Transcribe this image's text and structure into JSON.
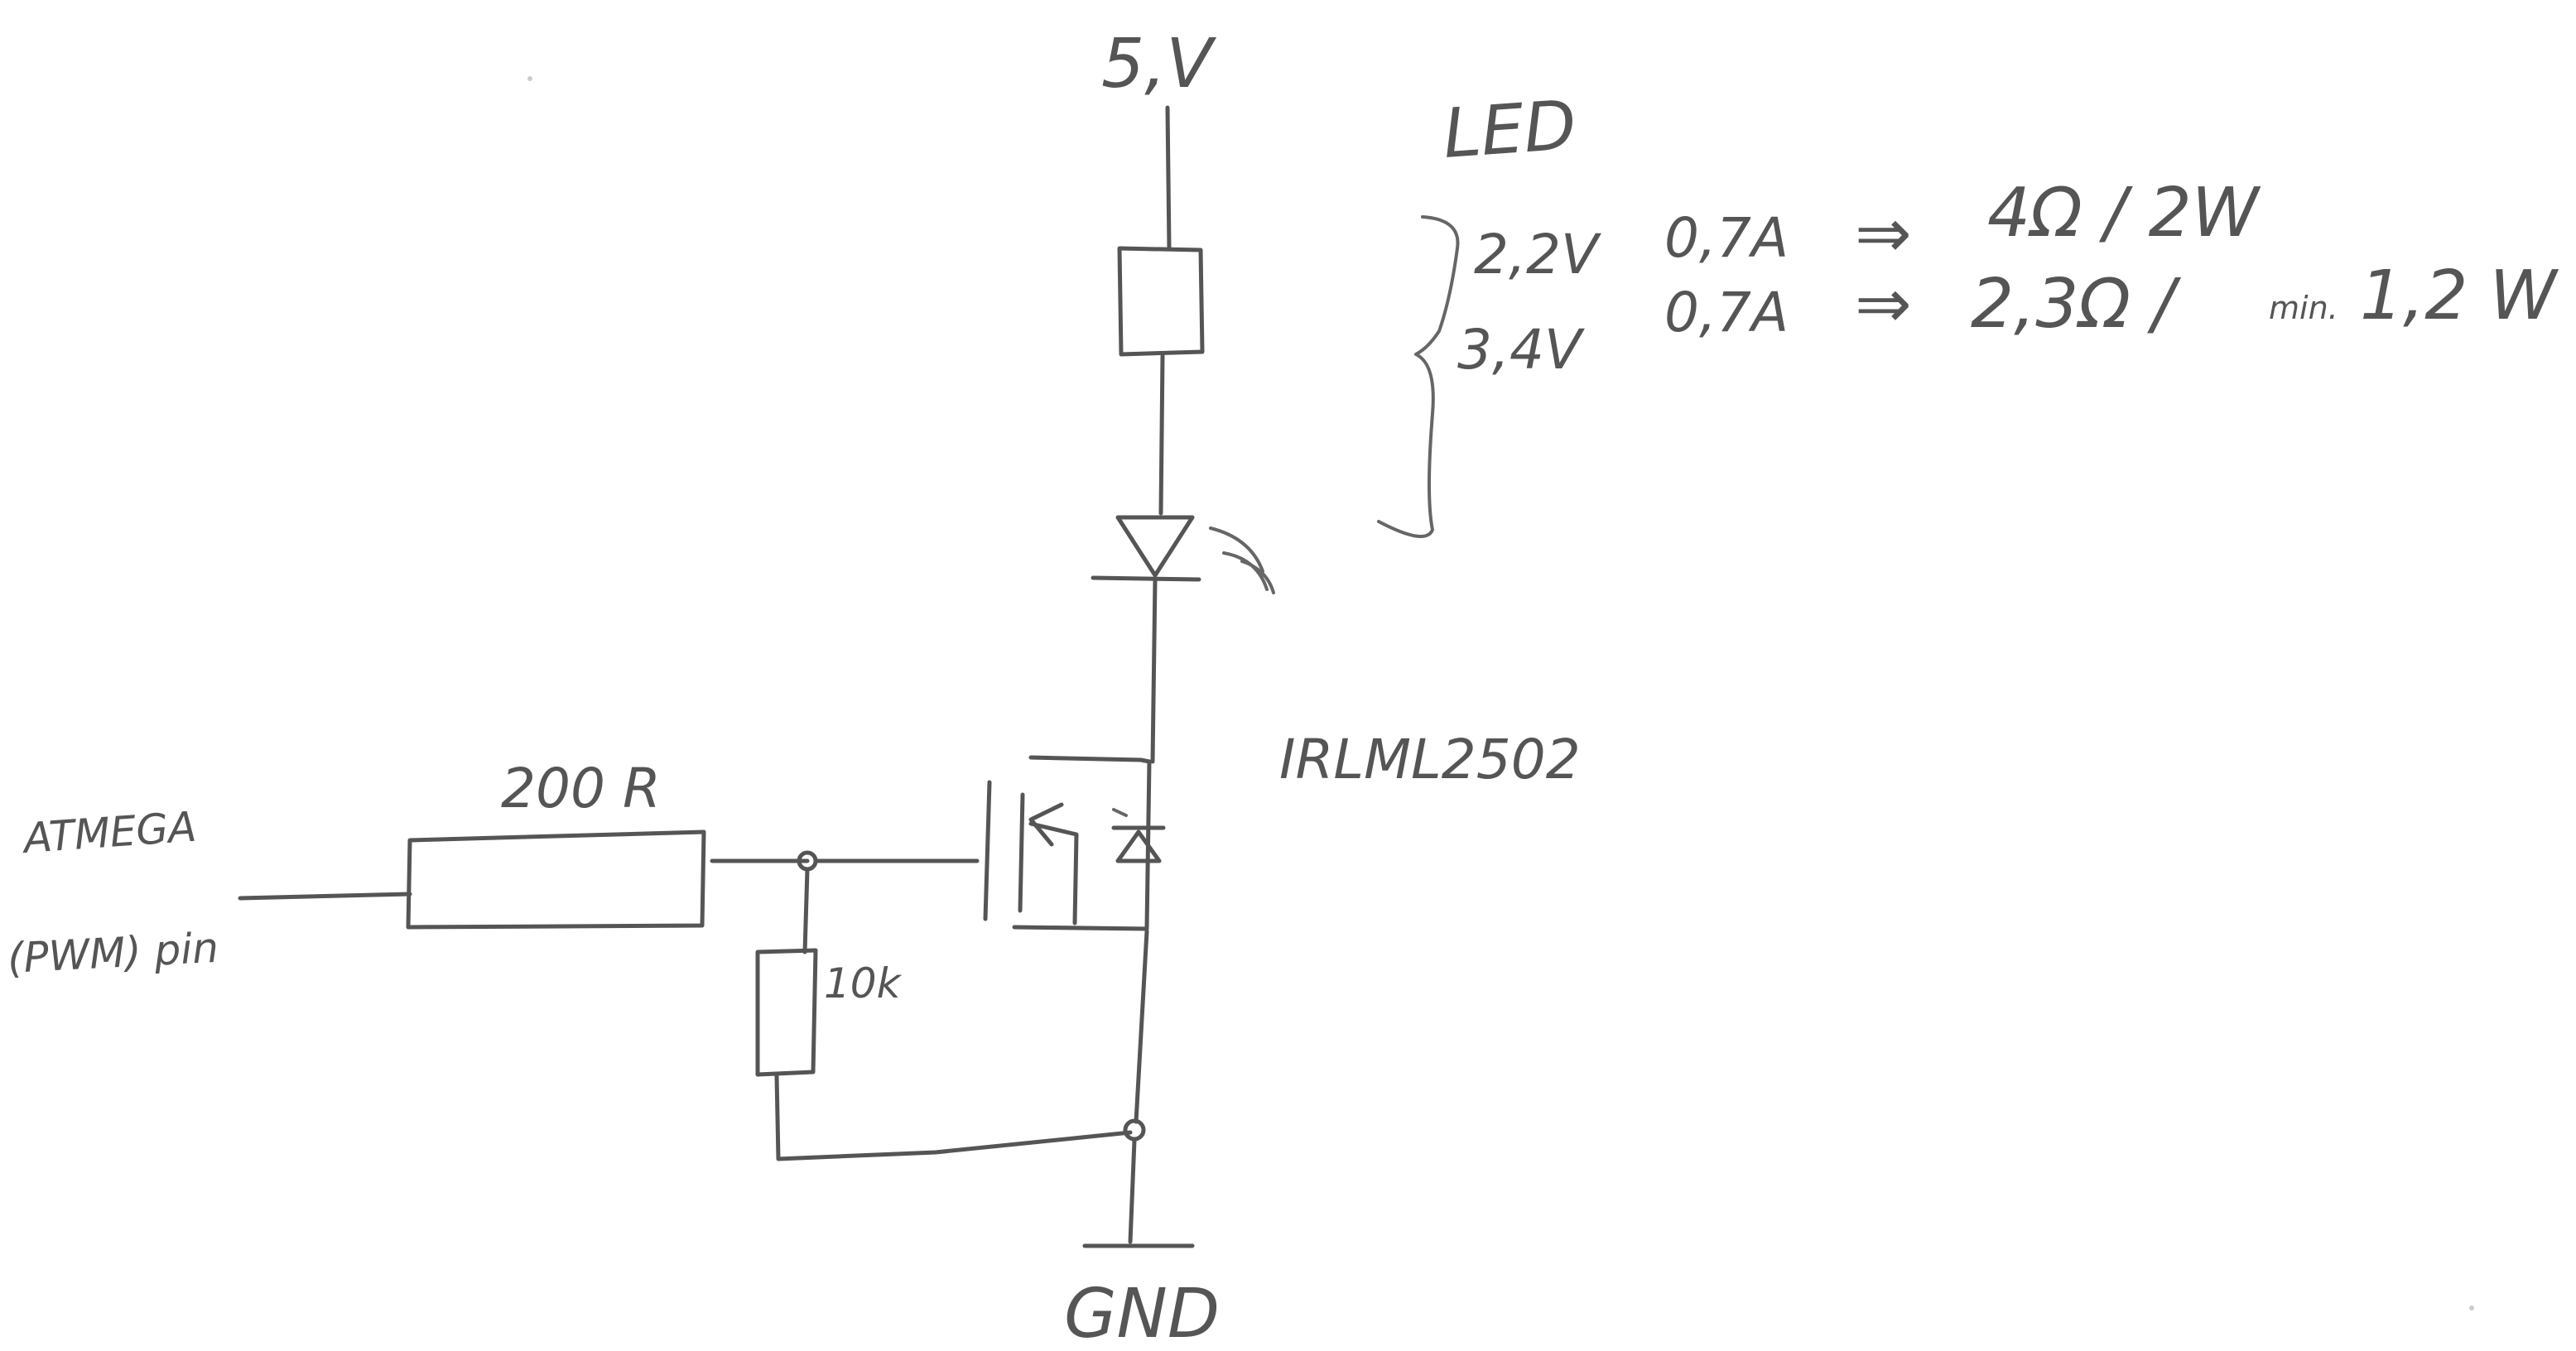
{
  "labels": {
    "supply": "5,V",
    "led": "LED",
    "ground": "GND",
    "mosfet": "IRLML2502",
    "gate_resistor": "200 R",
    "pulldown_resistor": "10k",
    "atmega": "ATMEGA",
    "pwm_pin": "(PWM) pin"
  },
  "notes": {
    "row1": {
      "voltage": "2,2V",
      "current": "0,7A",
      "arrow": "⇒",
      "result": "4Ω / 2W"
    },
    "row2": {
      "voltage": "3,4V",
      "current": "0,7A",
      "arrow": "⇒",
      "result_a": "2,3Ω /",
      "result_b": "min.",
      "result_c": "1,2 W"
    }
  }
}
